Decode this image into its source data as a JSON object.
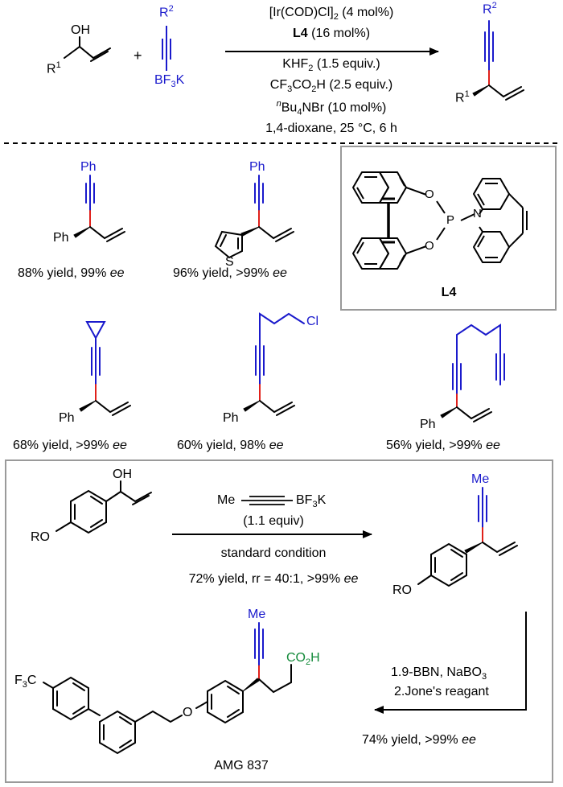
{
  "reaction": {
    "reagent_1": "[Ir(COD)Cl]",
    "reagent_1_sub": "2",
    "reagent_1_amount": "(4 mol%)",
    "ligand": "L4",
    "ligand_amount": "(16 mol%)",
    "reagent_2": "KHF",
    "reagent_2_sub": "2",
    "reagent_2_amount": "(1.5 equiv.)",
    "reagent_3_a": "CF",
    "reagent_3_sub_a": "3",
    "reagent_3_b": "CO",
    "reagent_3_sub_b": "2",
    "reagent_3_c": "H (2.5 equiv.)",
    "reagent_4_sup": "n",
    "reagent_4_a": "Bu",
    "reagent_4_sub": "4",
    "reagent_4_b": "NBr (10 mol%)",
    "solvent": "1,4-dioxane, 25 °C, 6 h"
  },
  "labels": {
    "oh": "OH",
    "r1": "R",
    "r1_sup": "1",
    "plus": "+",
    "r2": "R",
    "r2_sup": "2",
    "bf3k_a": "BF",
    "bf3k_sub": "3",
    "bf3k_b": "K",
    "ph": "Ph",
    "s": "S",
    "cl": "Cl",
    "o": "O",
    "p": "P",
    "n": "N",
    "ro": "RO",
    "me": "Me",
    "co2h_a": "CO",
    "co2h_sub": "2",
    "co2h_b": "H",
    "f3c_a": "F",
    "f3c_sub": "3",
    "f3c_b": "C",
    "ligand_label": "L4"
  },
  "products": [
    {
      "yield": "88% yield, 99% ",
      "ee": "ee"
    },
    {
      "yield": "96% yield, >99% ",
      "ee": "ee"
    },
    {
      "yield": "68% yield, >99% ",
      "ee": "ee"
    },
    {
      "yield": "60% yield, 98% ",
      "ee": "ee"
    },
    {
      "yield": "56% yield, >99% ",
      "ee": "ee"
    }
  ],
  "application": {
    "reagent_me": "Me",
    "reagent_bf3k_a": "BF",
    "reagent_bf3k_sub": "3",
    "reagent_bf3k_b": "K",
    "reagent_amount": "(1.1 equiv)",
    "condition": "standard condition",
    "result_a": "72% yield, rr = 40:1, >99% ",
    "result_ee": "ee",
    "step_1_a": "1.9-BBN, NaBO",
    "step_1_sub": "3",
    "step_2": "2.Jone's reagant",
    "final_yield": "74% yield, >99% ",
    "final_ee": "ee",
    "drug_name": "AMG 837"
  },
  "colors": {
    "bond": "#000000",
    "alkyne": "#1a1acc",
    "new_bond": "#e0201a",
    "acid": "#138a3a",
    "box": "#9a9a9a"
  }
}
